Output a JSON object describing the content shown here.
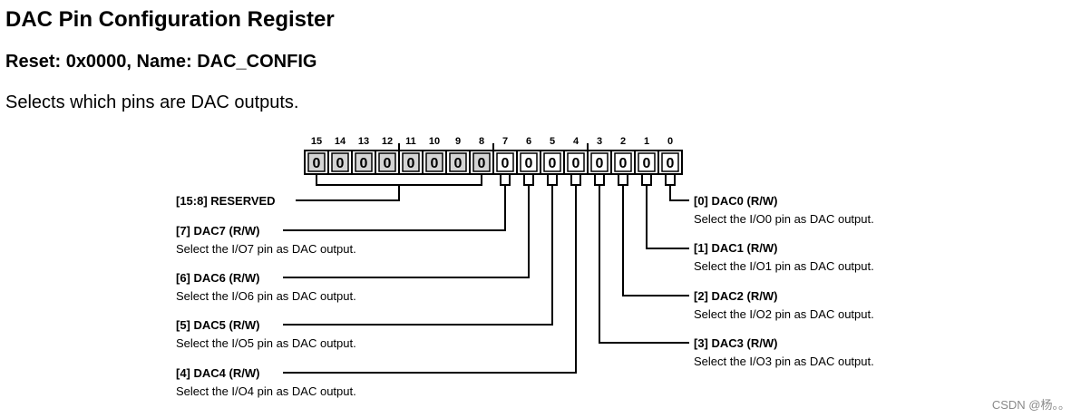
{
  "title": "DAC Pin Configuration Register",
  "subtitle": "Reset: 0x0000, Name: DAC_CONFIG",
  "description": "Selects which pins are DAC outputs.",
  "register": {
    "bit_numbers": [
      "15",
      "14",
      "13",
      "12",
      "11",
      "10",
      "9",
      "8",
      "7",
      "6",
      "5",
      "4",
      "3",
      "2",
      "1",
      "0"
    ],
    "bit_values": [
      "0",
      "0",
      "0",
      "0",
      "0",
      "0",
      "0",
      "0",
      "0",
      "0",
      "0",
      "0",
      "0",
      "0",
      "0",
      "0"
    ],
    "reserved_shading": "#d4d4d4"
  },
  "fields": {
    "reserved": {
      "label": "[15:8] RESERVED"
    },
    "dac7": {
      "label": "[7] DAC7 (R/W)",
      "desc": "Select the I/O7 pin as DAC output."
    },
    "dac6": {
      "label": "[6] DAC6 (R/W)",
      "desc": "Select the I/O6 pin as DAC output."
    },
    "dac5": {
      "label": "[5] DAC5 (R/W)",
      "desc": "Select the I/O5 pin as DAC output."
    },
    "dac4": {
      "label": "[4] DAC4 (R/W)",
      "desc": "Select the I/O4 pin as DAC output."
    },
    "dac0": {
      "label": "[0] DAC0 (R/W)",
      "desc": "Select the I/O0 pin as DAC output."
    },
    "dac1": {
      "label": "[1] DAC1 (R/W)",
      "desc": "Select the I/O1 pin as DAC output."
    },
    "dac2": {
      "label": "[2] DAC2 (R/W)",
      "desc": "Select the I/O2 pin as DAC output."
    },
    "dac3": {
      "label": "[3] DAC3 (R/W)",
      "desc": "Select the I/O3 pin as DAC output."
    }
  },
  "watermark": "CSDN @杨。。"
}
